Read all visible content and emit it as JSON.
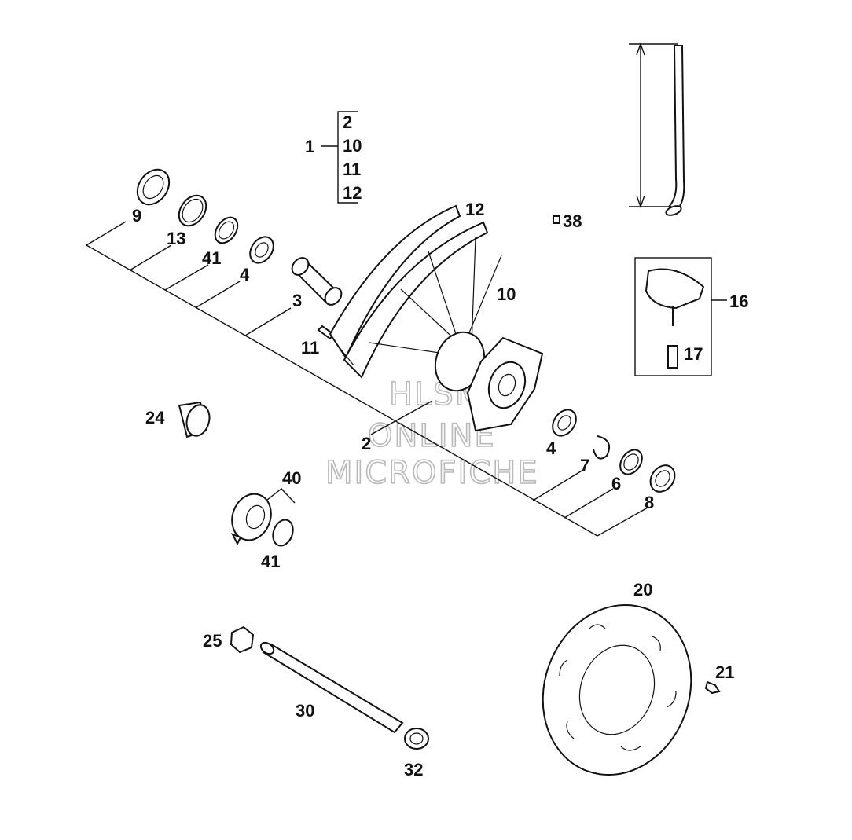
{
  "callouts": {
    "c1": "1",
    "c2": "2",
    "c10": "10",
    "c11": "11",
    "c12": "12",
    "c2b": "2",
    "c10b": "10",
    "c11b": "11",
    "c12b": "12",
    "c9": "9",
    "c13": "13",
    "c41": "41",
    "c4": "4",
    "c3": "3",
    "c38": "38",
    "c16": "16",
    "c17": "17",
    "c24": "24",
    "c4b": "4",
    "c7": "7",
    "c6": "6",
    "c8": "8",
    "c40": "40",
    "c41b": "41",
    "c20": "20",
    "c21": "21",
    "c25": "25",
    "c30": "30",
    "c32": "32"
  },
  "watermark": {
    "line1": "HLSM",
    "line2": "ONLINE",
    "line3": "MICROFICHE"
  }
}
